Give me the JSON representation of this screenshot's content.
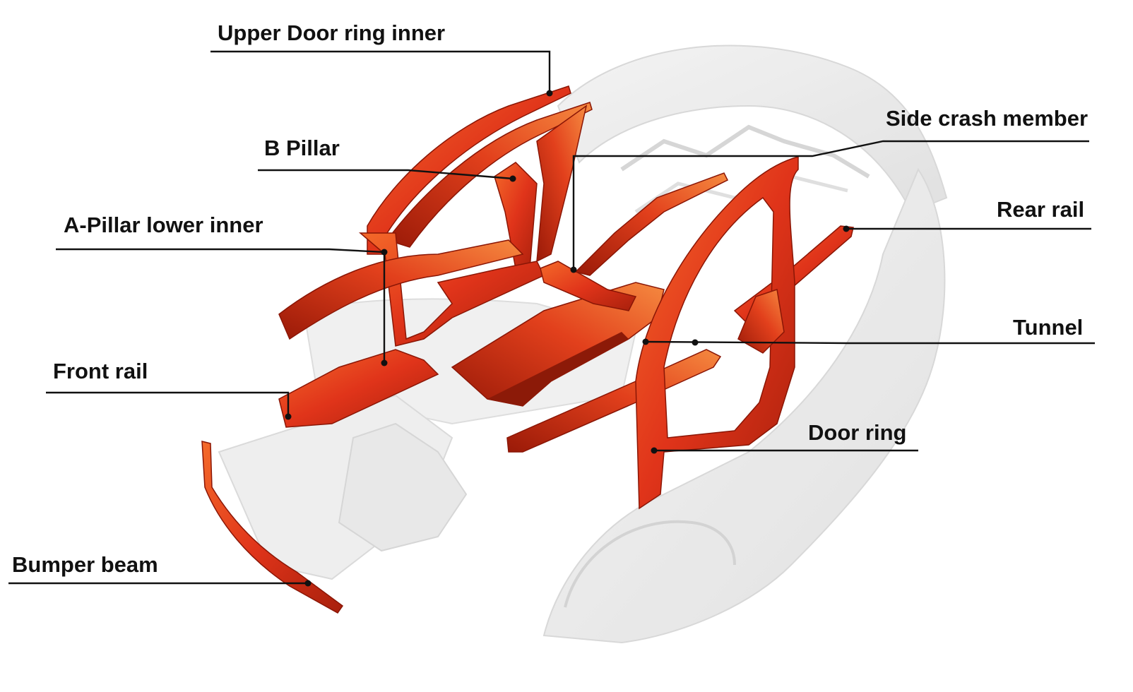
{
  "labels": {
    "upper_door_ring_inner": "Upper Door ring inner",
    "b_pillar": "B Pillar",
    "a_pillar_lower_inner": "A-Pillar lower inner",
    "front_rail": "Front rail",
    "bumper_beam": "Bumper beam",
    "side_crash_member": "Side crash member",
    "rear_rail": "Rear rail",
    "tunnel": "Tunnel",
    "door_ring": "Door ring"
  },
  "colors": {
    "part_red": "#e0341a",
    "part_red_dark": "#9a1a08",
    "part_red_light": "#f27a3a",
    "body_ghost": "#e6e6e6",
    "body_ghost_line": "#cfcfcf",
    "leader_line": "#111111"
  }
}
